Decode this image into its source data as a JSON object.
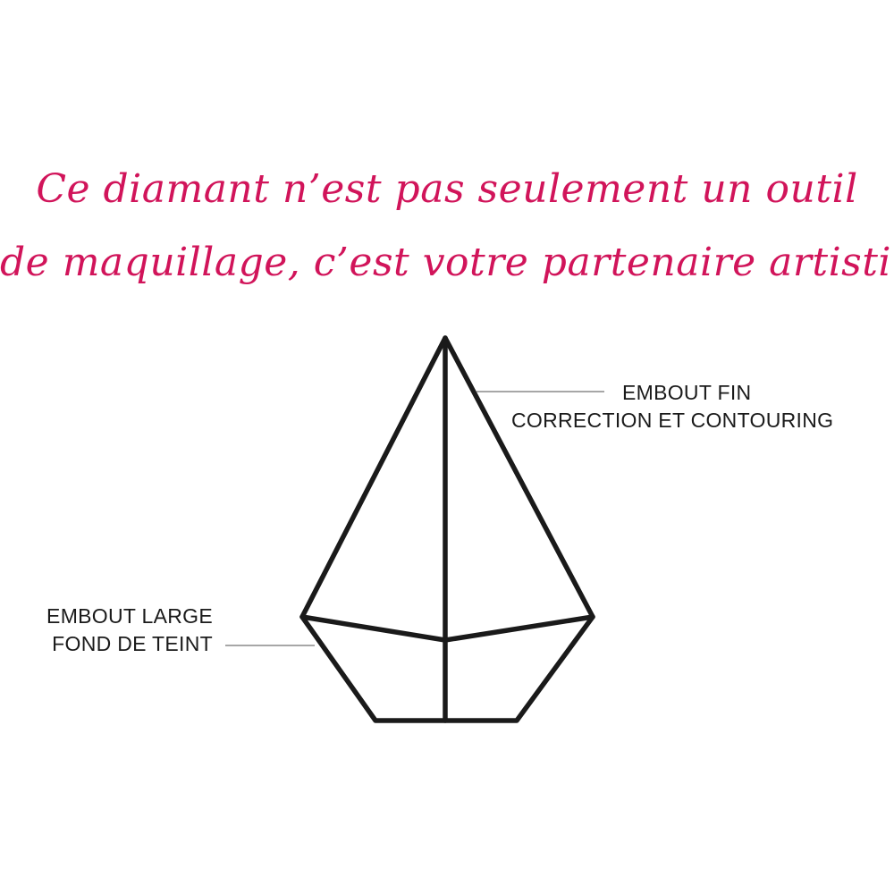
{
  "headline": {
    "line1": "Ce diamant n’est pas seulement un outil",
    "line2": "de maquillage, c’est votre partenaire artistique !",
    "color": "#d1145a"
  },
  "labels": {
    "fine_tip": {
      "line1": "EMBOUT FIN",
      "line2": "CORRECTION ET CONTOURING"
    },
    "wide_tip": {
      "line1": "EMBOUT LARGE",
      "line2": "FOND DE TEINT"
    }
  },
  "colors": {
    "outline": "#1a1a1a",
    "leader_line": "#8a8a8a",
    "label_text": "#1a1a1a"
  }
}
